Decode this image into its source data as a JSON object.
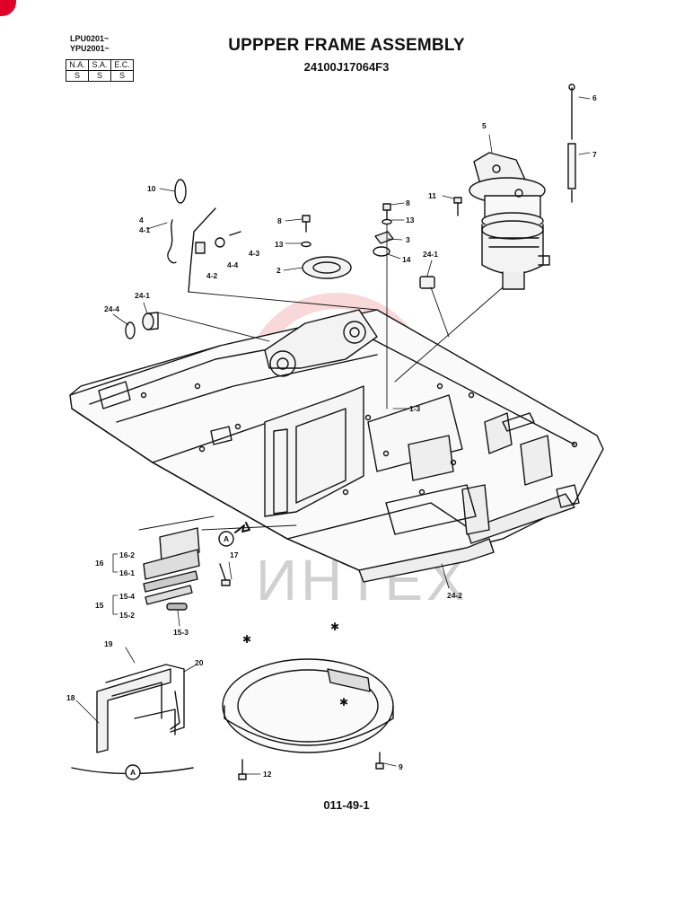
{
  "header": {
    "models": [
      "LPU0201~",
      "YPU2001~"
    ],
    "code_table": {
      "headers": [
        "N.A.",
        "S.A.",
        "E.C."
      ],
      "values": [
        "S",
        "S",
        "S"
      ]
    },
    "title": "UPPPER FRAME ASSEMBLY",
    "part_number": "24100J17064F3"
  },
  "labels": {
    "l1": "6",
    "l2": "5",
    "l3": "7",
    "l4": "10",
    "l5": "11",
    "l6": "8",
    "l7": "13",
    "l8": "3",
    "l9": "14",
    "l10": "4",
    "l11": "4-1",
    "l12": "4-2",
    "l13": "4-4",
    "l14": "4-3",
    "l15": "8",
    "l16": "13",
    "l17": "2",
    "l18": "24-1",
    "l19": "24-1",
    "l20": "24-4",
    "l21": "1-3",
    "l22": "16",
    "l23": "16-2",
    "l24": "16-1",
    "l25": "15",
    "l26": "15-4",
    "l27": "15-2",
    "l28": "15-3",
    "l29": "17",
    "l30": "A",
    "l31": "24-2",
    "l32": "19",
    "l33": "20",
    "l34": "18",
    "l35": "A",
    "l36": "12",
    "l37": "9",
    "l38": "✱",
    "l39": "✱",
    "l40": "✱"
  },
  "watermark": "ИНТЕХ",
  "footer": {
    "page_code": "011-49-1"
  }
}
